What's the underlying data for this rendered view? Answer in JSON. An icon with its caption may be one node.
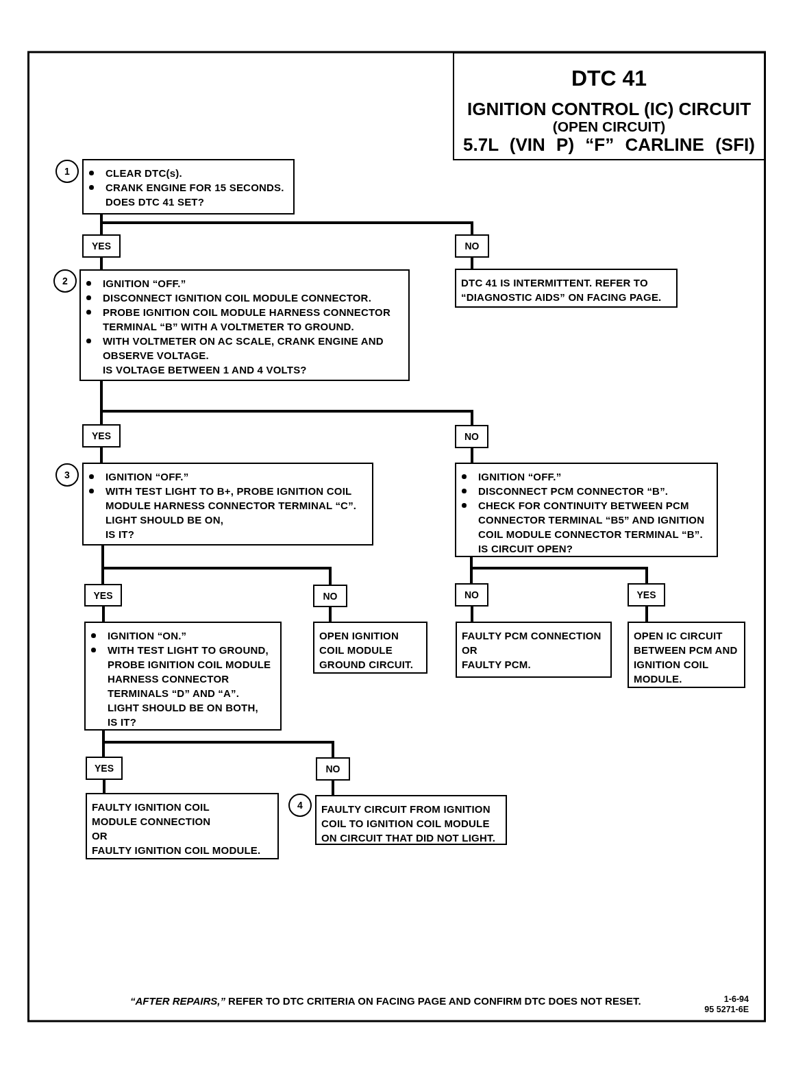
{
  "diagram": {
    "nodes": [
      {
        "text": [
          "DTC 41",
          "IGNITION CONTROL (IC) CIRCUIT",
          "(OPEN CIRCUIT)",
          "5.7L (VIN P) “F” CARLINE (SFI)"
        ]
      },
      {
        "text": [
          "1"
        ]
      },
      {
        "text": [
          "CLEAR DTC(s).",
          "CRANK ENGINE FOR 15 SECONDS.",
          "DOES DTC 41 SET?"
        ]
      },
      {
        "text": [
          "YES"
        ]
      },
      {
        "text": [
          "NO"
        ]
      },
      {
        "text": [
          "2"
        ]
      },
      {
        "text": [
          "IGNITION “OFF.”",
          "DISCONNECT IGNITION COIL MODULE CONNECTOR.",
          "PROBE IGNITION COIL MODULE HARNESS CONNECTOR TERMINAL “B” WITH A VOLTMETER TO GROUND.",
          "WITH VOLTMETER ON AC SCALE, CRANK ENGINE AND OBSERVE VOLTAGE.",
          "IS VOLTAGE BETWEEN 1 AND 4 VOLTS?"
        ]
      },
      {
        "text": [
          "DTC 41 IS INTERMITTENT. REFER TO “DIAGNOSTIC AIDS” ON FACING PAGE."
        ]
      },
      {
        "text": [
          "YES"
        ]
      },
      {
        "text": [
          "NO"
        ]
      },
      {
        "text": [
          "3"
        ]
      },
      {
        "text": [
          "IGNITION “OFF.”",
          "WITH TEST LIGHT TO B+, PROBE IGNITION COIL MODULE HARNESS CONNECTOR TERMINAL “C”.",
          "LIGHT SHOULD BE ON,",
          "IS IT?"
        ]
      },
      {
        "text": [
          "IGNITION “OFF.”",
          "DISCONNECT PCM CONNECTOR “B”.",
          "CHECK FOR CONTINUITY BETWEEN PCM CONNECTOR TERMINAL “B5” AND IGNITION COIL MODULE CONNECTOR TERMINAL “B”.",
          "IS CIRCUIT OPEN?"
        ]
      },
      {
        "text": [
          "YES"
        ]
      },
      {
        "text": [
          "NO"
        ]
      },
      {
        "text": [
          "NO"
        ]
      },
      {
        "text": [
          "YES"
        ]
      },
      {
        "text": [
          "IGNITION “ON.”",
          "WITH TEST LIGHT TO GROUND, PROBE IGNITION COIL MODULE HARNESS CONNECTOR TERMINALS “D” AND “A”.",
          "LIGHT SHOULD BE ON BOTH,",
          "IS IT?"
        ]
      },
      {
        "text": [
          "OPEN IGNITION COIL MODULE GROUND CIRCUIT."
        ]
      },
      {
        "text": [
          "FAULTY PCM CONNECTION",
          "OR",
          "FAULTY PCM."
        ]
      },
      {
        "text": [
          "OPEN IC CIRCUIT BETWEEN PCM AND IGNITION COIL MODULE."
        ]
      },
      {
        "text": [
          "YES"
        ]
      },
      {
        "text": [
          "NO"
        ]
      },
      {
        "text": [
          "FAULTY IGNITION COIL MODULE CONNECTION",
          "OR",
          "FAULTY IGNITION COIL MODULE."
        ]
      },
      {
        "text": [
          "4"
        ]
      },
      {
        "text": [
          "FAULTY CIRCUIT FROM IGNITION COIL TO IGNITION COIL MODULE ON CIRCUIT THAT DID NOT LIGHT."
        ]
      }
    ],
    "edges": [
      {
        "from": 2,
        "to": 3,
        "arrow": "none"
      },
      {
        "from": 3,
        "to": 6,
        "arrow": "none"
      },
      {
        "from": 2,
        "to": 4,
        "arrow": "none"
      },
      {
        "from": 4,
        "to": 7,
        "arrow": "none"
      },
      {
        "from": 6,
        "to": 8,
        "arrow": "none"
      },
      {
        "from": 8,
        "to": 11,
        "arrow": "none"
      },
      {
        "from": 6,
        "to": 9,
        "arrow": "none"
      },
      {
        "from": 9,
        "to": 12,
        "arrow": "none"
      },
      {
        "from": 11,
        "to": 13,
        "arrow": "none"
      },
      {
        "from": 13,
        "to": 17,
        "arrow": "none"
      },
      {
        "from": 11,
        "to": 14,
        "arrow": "none"
      },
      {
        "from": 14,
        "to": 18,
        "arrow": "none"
      },
      {
        "from": 12,
        "to": 15,
        "arrow": "none"
      },
      {
        "from": 15,
        "to": 19,
        "arrow": "none"
      },
      {
        "from": 12,
        "to": 16,
        "arrow": "none"
      },
      {
        "from": 16,
        "to": 20,
        "arrow": "none"
      },
      {
        "from": 17,
        "to": 21,
        "arrow": "none"
      },
      {
        "from": 21,
        "to": 23,
        "arrow": "none"
      },
      {
        "from": 17,
        "to": 22,
        "arrow": "none"
      },
      {
        "from": 22,
        "to": 25,
        "arrow": "none"
      }
    ],
    "labels": [
      "*“AFTER REPAIRS,”* REFER TO DTC CRITERIA ON FACING PAGE AND CONFIRM DTC DOES NOT RESET.",
      "1-6-94",
      "95 5271-6E"
    ]
  }
}
